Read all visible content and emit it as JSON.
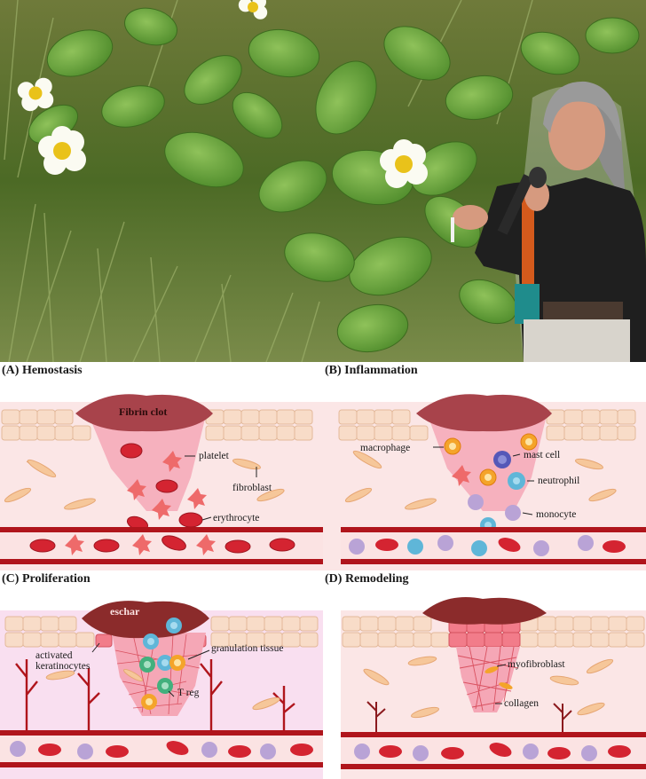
{
  "photo": {
    "description_free": true
  },
  "panels": [
    {
      "key": "A",
      "letter": "(A)",
      "title": "Hemostasis",
      "labels": {
        "clot": "Fibrin clot",
        "platelet": "platelet",
        "fibroblast": "fibroblast",
        "erythrocyte": "erythrocyte"
      }
    },
    {
      "key": "B",
      "letter": "(B)",
      "title": "Inflammation",
      "labels": {
        "macrophage": "macrophage",
        "mast_cell": "mast cell",
        "neutrophil": "neutrophil",
        "monocyte": "monocyte"
      }
    },
    {
      "key": "C",
      "letter": "(C)",
      "title": "Proliferation",
      "labels": {
        "eschar": "eschar",
        "activated": "activated",
        "keratinocytes": "keratinocytes",
        "granulation": "granulation tissue",
        "treg": "T reg"
      }
    },
    {
      "key": "D",
      "letter": "(D)",
      "title": "Remodeling",
      "labels": {
        "myofibroblast": "myofibroblast",
        "collagen": "collagen"
      }
    }
  ],
  "colors": {
    "skin": "#f6dcc8",
    "skin_edge": "#e8c2a4",
    "dermis": "#fbe3e3",
    "wound": "#f4a3b3",
    "clot": "#a8434b",
    "rbc": "#d42431",
    "platelet": "#ee6a6a",
    "vessel": "#b0151c",
    "macrophage": "#f4a42a",
    "mast_cell": "#5558b8",
    "neutrophil": "#5fb6d8",
    "monocyte": "#b9a3d6",
    "treg": "#43b07d",
    "leaf": "#4f8a2b",
    "flower_center": "#e9c21a"
  }
}
